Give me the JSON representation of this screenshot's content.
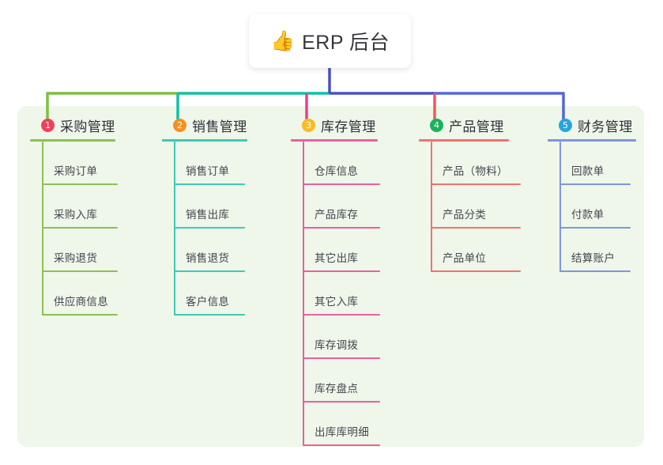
{
  "diagram": {
    "title": "ERP 后台",
    "root": {
      "emoji": "👍",
      "emoji_name": "thumbs-up-icon",
      "label": "ERP 后台"
    },
    "panel_color": "#eef7e9",
    "background_color": "#ffffff",
    "root_stem_color": "#4a50c4",
    "connector_segments": [
      {
        "name": "segment-1",
        "color": "#7cc043"
      },
      {
        "name": "segment-2",
        "color": "#12bfa5"
      },
      {
        "name": "segment-3",
        "color": "#4a50c4"
      },
      {
        "name": "segment-4",
        "color": "#4a50c4"
      },
      {
        "name": "segment-5",
        "color": "#5566d6"
      }
    ],
    "branches": [
      {
        "index": "1",
        "label": "采购管理",
        "badge_color": "#f0415c",
        "line_color": "#8cc152",
        "drop_color": "#7cc043",
        "children": [
          "采购订单",
          "采购入库",
          "采购退货",
          "供应商信息"
        ]
      },
      {
        "index": "2",
        "label": "销售管理",
        "badge_color": "#f5901e",
        "line_color": "#3fc9b5",
        "drop_color": "#12bfa5",
        "children": [
          "销售订单",
          "销售出库",
          "销售退货",
          "客户信息"
        ]
      },
      {
        "index": "3",
        "label": "库存管理",
        "badge_color": "#f9bc22",
        "line_color": "#ea5fa3",
        "drop_color": "#ec3f8e",
        "children": [
          "仓库信息",
          "产品库存",
          "其它出库",
          "其它入库",
          "库存调拨",
          "库存盘点",
          "出库库明细"
        ]
      },
      {
        "index": "4",
        "label": "产品管理",
        "badge_color": "#19b35a",
        "line_color": "#f4706f",
        "drop_color": "#f4565b",
        "children": [
          "产品（物料）",
          "产品分类",
          "产品单位"
        ]
      },
      {
        "index": "5",
        "label": "财务管理",
        "badge_color": "#24a6e0",
        "line_color": "#7d95e0",
        "drop_color": "#5566d6",
        "children": [
          "回款单",
          "付款单",
          "结算账户"
        ]
      }
    ]
  }
}
